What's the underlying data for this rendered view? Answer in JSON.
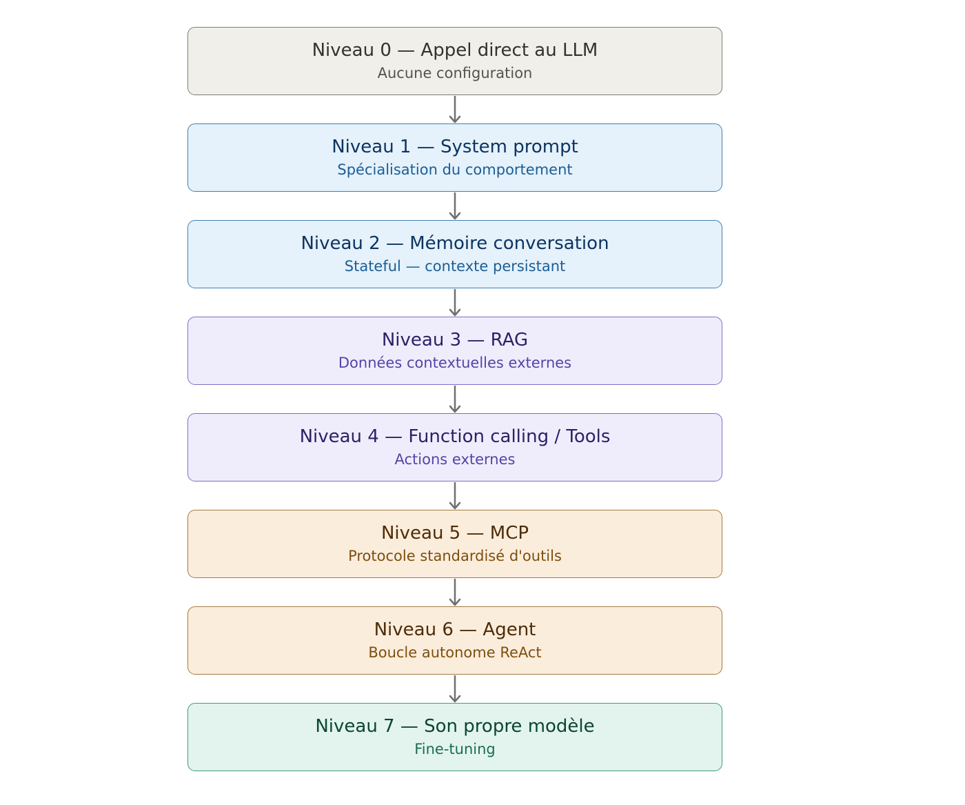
{
  "levels": [
    {
      "title": "Niveau 0 — Appel direct au LLM",
      "subtitle": "Aucune configuration",
      "theme": "gray"
    },
    {
      "title": "Niveau 1 — System prompt",
      "subtitle": "Spécialisation du comportement",
      "theme": "blue"
    },
    {
      "title": "Niveau 2 — Mémoire conversation",
      "subtitle": "Stateful — contexte persistant",
      "theme": "blue"
    },
    {
      "title": "Niveau 3 — RAG",
      "subtitle": "Données contextuelles externes",
      "theme": "purple"
    },
    {
      "title": "Niveau 4 — Function calling / Tools",
      "subtitle": "Actions externes",
      "theme": "purple"
    },
    {
      "title": "Niveau 5 — MCP",
      "subtitle": "Protocole standardisé d'outils",
      "theme": "orange"
    },
    {
      "title": "Niveau 6 — Agent",
      "subtitle": "Boucle autonome ReAct",
      "theme": "orange"
    },
    {
      "title": "Niveau 7 — Son propre modèle",
      "subtitle": "Fine-tuning",
      "theme": "green"
    }
  ],
  "colors": {
    "arrow": "#6f6f6f",
    "gray": "#f1efe9",
    "blue": "#e5f1fb",
    "purple": "#efedfc",
    "orange": "#fbeddc",
    "green": "#e2f4ed"
  }
}
